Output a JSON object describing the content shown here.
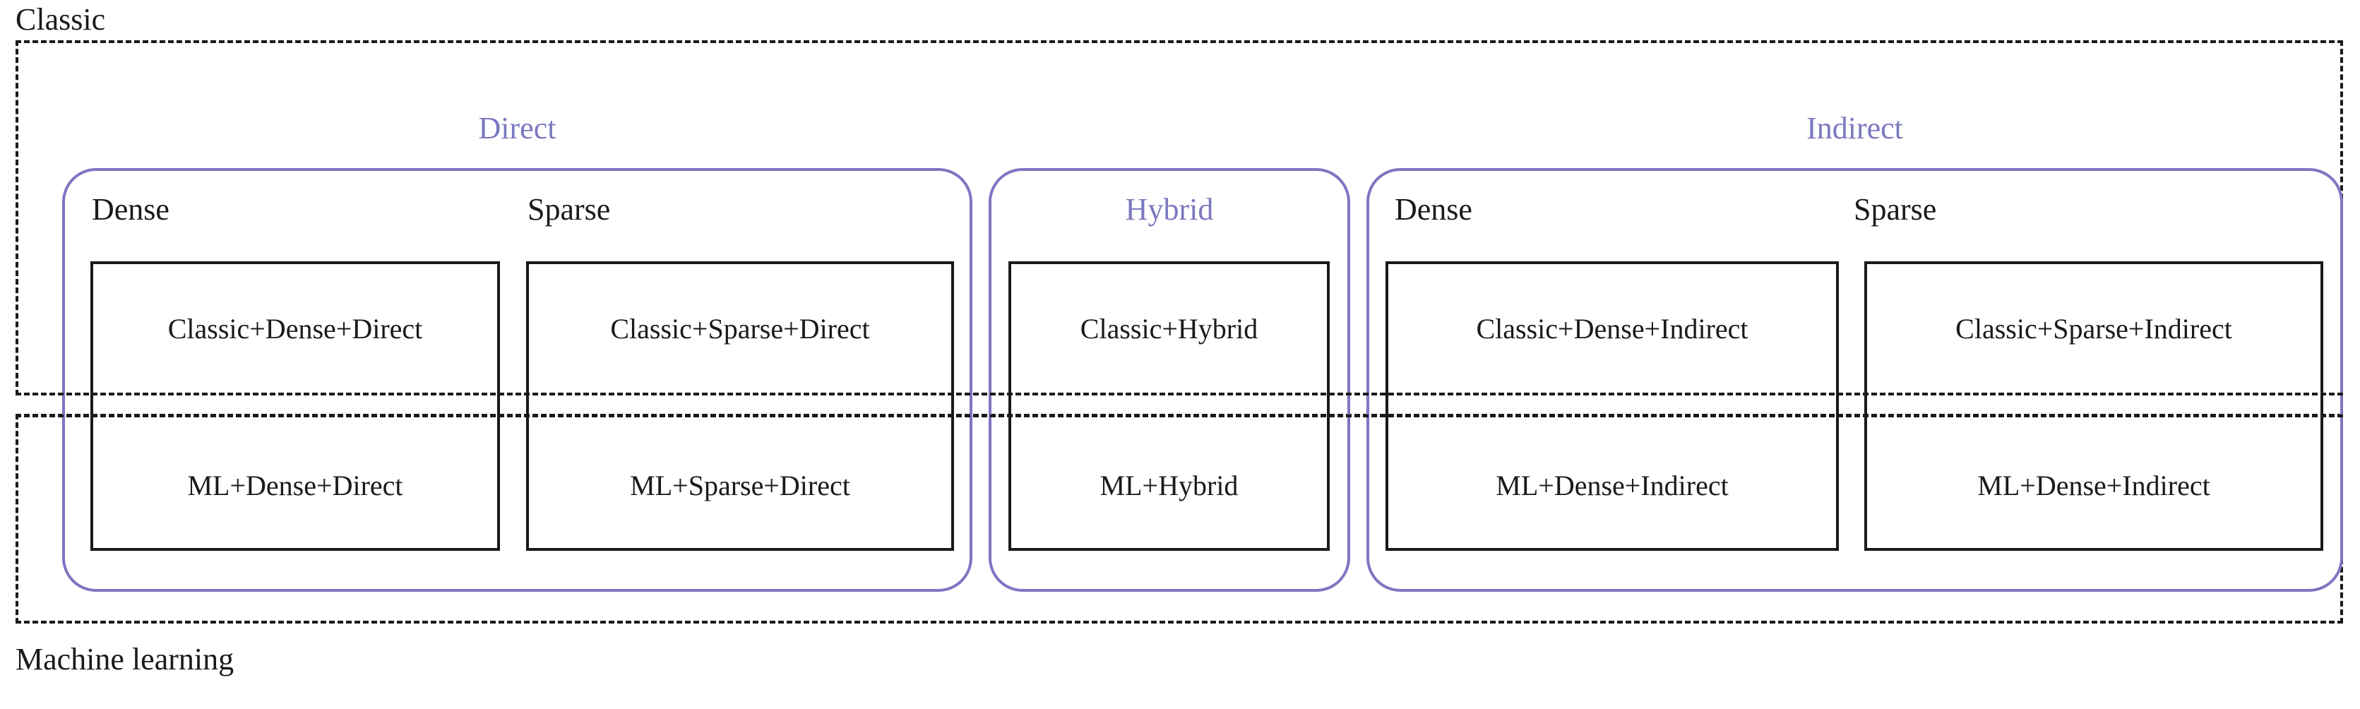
{
  "diagram": {
    "row_labels": {
      "top": "Classic",
      "bottom": "Machine learning"
    },
    "super_groups": [
      {
        "key": "direct",
        "label": "Direct"
      },
      {
        "key": "hybrid",
        "label": "Hybrid"
      },
      {
        "key": "indirect",
        "label": "Indirect"
      }
    ],
    "columns": [
      {
        "key": "direct-dense",
        "group": "direct",
        "heading": "Dense"
      },
      {
        "key": "direct-sparse",
        "group": "direct",
        "heading": "Sparse"
      },
      {
        "key": "hybrid",
        "group": "hybrid",
        "heading": "Hybrid"
      },
      {
        "key": "indirect-dense",
        "group": "indirect",
        "heading": "Dense"
      },
      {
        "key": "indirect-sparse",
        "group": "indirect",
        "heading": "Sparse"
      }
    ],
    "cells": {
      "classic": {
        "direct_dense": "Classic+Dense+Direct",
        "direct_sparse": "Classic+Sparse+Direct",
        "hybrid": "Classic+Hybrid",
        "indirect_dense": "Classic+Dense+Indirect",
        "indirect_sparse": "Classic+Sparse+Indirect"
      },
      "ml": {
        "direct_dense": "ML+Dense+Direct",
        "direct_sparse": "ML+Sparse+Direct",
        "hybrid": "ML+Hybrid",
        "indirect_dense": "ML+Dense+Indirect",
        "indirect_sparse": "ML+Dense+Indirect"
      }
    },
    "colors": {
      "accent_purple": "#7d76c2",
      "heading_purple": "#7b78c0",
      "ink": "#1a1a1a",
      "background": "#ffffff"
    }
  }
}
